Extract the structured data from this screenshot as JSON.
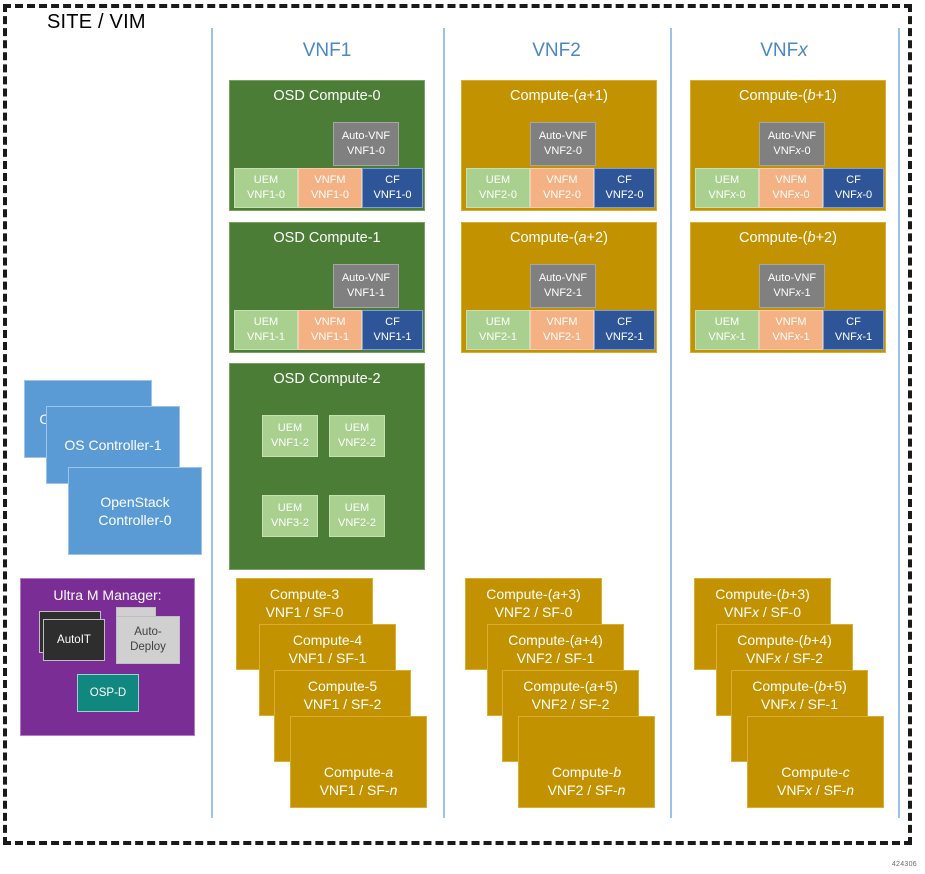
{
  "figure": {
    "site_label": "SITE / VIM",
    "figure_id": "424306"
  },
  "columns": [
    {
      "name": "vnf1",
      "label_main": "VNF",
      "label_suffix": "1"
    },
    {
      "name": "vnf2",
      "label_main": "VNF",
      "label_suffix": "2"
    },
    {
      "name": "vnfx",
      "label_main": "VNF",
      "label_suffix": "x"
    }
  ],
  "controllers": [
    {
      "label": "OS Controller-2"
    },
    {
      "label": "OS Controller-1"
    },
    {
      "label": "OpenStack Controller-0"
    }
  ],
  "ultra_m_manager": {
    "title": "Ultra M Manager:",
    "autoit": "AutoIT",
    "autodeploy_line1": "Auto-",
    "autodeploy_line2": "Deploy",
    "ospd": "OSP-D"
  },
  "hosts": [
    {
      "id": "vnf1-osd0",
      "title_prefix": "OSD Compute-0",
      "title_ital": "",
      "title_suffix": "",
      "color": "green",
      "vms": [
        {
          "role": "autovnf",
          "line1": "Auto-VNF",
          "line2_prefix": "VNF1-0",
          "line2_ital": "",
          "line2_suffix": ""
        },
        {
          "role": "uem",
          "line1": "UEM",
          "line2_prefix": "VNF1-0",
          "line2_ital": "",
          "line2_suffix": ""
        },
        {
          "role": "vnfm",
          "line1": "VNFM",
          "line2_prefix": "VNF1-0",
          "line2_ital": "",
          "line2_suffix": ""
        },
        {
          "role": "cf",
          "line1": "CF",
          "line2_prefix": "VNF1-0",
          "line2_ital": "",
          "line2_suffix": ""
        }
      ]
    },
    {
      "id": "vnf1-osd1",
      "title_prefix": "OSD Compute-1",
      "title_ital": "",
      "title_suffix": "",
      "color": "green",
      "vms": [
        {
          "role": "autovnf",
          "line1": "Auto-VNF",
          "line2_prefix": "VNF1-1",
          "line2_ital": "",
          "line2_suffix": ""
        },
        {
          "role": "uem",
          "line1": "UEM",
          "line2_prefix": "VNF1-1",
          "line2_ital": "",
          "line2_suffix": ""
        },
        {
          "role": "vnfm",
          "line1": "VNFM",
          "line2_prefix": "VNF1-1",
          "line2_ital": "",
          "line2_suffix": ""
        },
        {
          "role": "cf",
          "line1": "CF",
          "line2_prefix": "VNF1-1",
          "line2_ital": "",
          "line2_suffix": ""
        }
      ]
    },
    {
      "id": "vnf2-compute-a1",
      "title_prefix": "Compute-(",
      "title_ital": "a",
      "title_suffix": "+1)",
      "color": "gold",
      "vms": [
        {
          "role": "autovnf",
          "line1": "Auto-VNF",
          "line2_prefix": "VNF2-0",
          "line2_ital": "",
          "line2_suffix": ""
        },
        {
          "role": "uem",
          "line1": "UEM",
          "line2_prefix": "VNF2-0",
          "line2_ital": "",
          "line2_suffix": ""
        },
        {
          "role": "vnfm",
          "line1": "VNFM",
          "line2_prefix": "VNF2-0",
          "line2_ital": "",
          "line2_suffix": ""
        },
        {
          "role": "cf",
          "line1": "CF",
          "line2_prefix": "VNF2-0",
          "line2_ital": "",
          "line2_suffix": ""
        }
      ]
    },
    {
      "id": "vnf2-compute-a2",
      "title_prefix": "Compute-(",
      "title_ital": "a",
      "title_suffix": "+2)",
      "color": "gold",
      "vms": [
        {
          "role": "autovnf",
          "line1": "Auto-VNF",
          "line2_prefix": "VNF2-1",
          "line2_ital": "",
          "line2_suffix": ""
        },
        {
          "role": "uem",
          "line1": "UEM",
          "line2_prefix": "VNF2-1",
          "line2_ital": "",
          "line2_suffix": ""
        },
        {
          "role": "vnfm",
          "line1": "VNFM",
          "line2_prefix": "VNF2-1",
          "line2_ital": "",
          "line2_suffix": ""
        },
        {
          "role": "cf",
          "line1": "CF",
          "line2_prefix": "VNF2-1",
          "line2_ital": "",
          "line2_suffix": ""
        }
      ]
    },
    {
      "id": "vnfx-compute-b1",
      "title_prefix": "Compute-(",
      "title_ital": "b",
      "title_suffix": "+1)",
      "color": "gold",
      "vms": [
        {
          "role": "autovnf",
          "line1": "Auto-VNF",
          "line2_prefix": "VNF",
          "line2_ital": "x",
          "line2_suffix": "-0"
        },
        {
          "role": "uem",
          "line1": "UEM",
          "line2_prefix": "VNF",
          "line2_ital": "x",
          "line2_suffix": "-0"
        },
        {
          "role": "vnfm",
          "line1": "VNFM",
          "line2_prefix": "VNF",
          "line2_ital": "x",
          "line2_suffix": "-0"
        },
        {
          "role": "cf",
          "line1": "CF",
          "line2_prefix": "VNF",
          "line2_ital": "x",
          "line2_suffix": "-0"
        }
      ]
    },
    {
      "id": "vnfx-compute-b2",
      "title_prefix": "Compute-(",
      "title_ital": "b",
      "title_suffix": "+2)",
      "color": "gold",
      "vms": [
        {
          "role": "autovnf",
          "line1": "Auto-VNF",
          "line2_prefix": "VNF",
          "line2_ital": "x",
          "line2_suffix": "-1"
        },
        {
          "role": "uem",
          "line1": "UEM",
          "line2_prefix": "VNF",
          "line2_ital": "x",
          "line2_suffix": "-1"
        },
        {
          "role": "vnfm",
          "line1": "VNFM",
          "line2_prefix": "VNF",
          "line2_ital": "x",
          "line2_suffix": "-1"
        },
        {
          "role": "cf",
          "line1": "CF",
          "line2_prefix": "VNF",
          "line2_ital": "x",
          "line2_suffix": "-1"
        }
      ]
    }
  ],
  "osd_compute_2": {
    "title": "OSD Compute-2",
    "uems": [
      {
        "line1": "UEM",
        "line2": "VNF1-2"
      },
      {
        "line1": "UEM",
        "line2": "VNF2-2"
      },
      {
        "line1": "UEM",
        "line2": "VNF3-2"
      },
      {
        "line1": "UEM",
        "line2": "VNF2-2"
      }
    ]
  },
  "sf_stacks": [
    {
      "column": "vnf1",
      "cards": [
        {
          "l1_prefix": "Compute-3",
          "l1_ital": "",
          "l1_suffix": "",
          "l2_prefix": "VNF1 / SF-0",
          "l2_ital": "",
          "l2_suffix": ""
        },
        {
          "l1_prefix": "Compute-4",
          "l1_ital": "",
          "l1_suffix": "",
          "l2_prefix": "VNF1 / SF-1",
          "l2_ital": "",
          "l2_suffix": ""
        },
        {
          "l1_prefix": "Compute-5",
          "l1_ital": "",
          "l1_suffix": "",
          "l2_prefix": "VNF1 / SF-2",
          "l2_ital": "",
          "l2_suffix": ""
        },
        {
          "l1_prefix": "Compute-",
          "l1_ital": "a",
          "l1_suffix": "",
          "l2_prefix": "VNF1 / SF-",
          "l2_ital": "n",
          "l2_suffix": ""
        }
      ]
    },
    {
      "column": "vnf2",
      "cards": [
        {
          "l1_prefix": "Compute-(",
          "l1_ital": "a",
          "l1_suffix": "+3)",
          "l2_prefix": "VNF2 / SF-0",
          "l2_ital": "",
          "l2_suffix": ""
        },
        {
          "l1_prefix": "Compute-(",
          "l1_ital": "a",
          "l1_suffix": "+4)",
          "l2_prefix": "VNF2 / SF-1",
          "l2_ital": "",
          "l2_suffix": ""
        },
        {
          "l1_prefix": "Compute-(",
          "l1_ital": "a",
          "l1_suffix": "+5)",
          "l2_prefix": "VNF2 / SF-2",
          "l2_ital": "",
          "l2_suffix": ""
        },
        {
          "l1_prefix": "Compute-",
          "l1_ital": "b",
          "l1_suffix": "",
          "l2_prefix": "VNF2 / SF-",
          "l2_ital": "n",
          "l2_suffix": ""
        }
      ]
    },
    {
      "column": "vnfx",
      "cards": [
        {
          "l1_prefix": "Compute-(",
          "l1_ital": "b",
          "l1_suffix": "+3)",
          "l2_prefix": "VNF",
          "l2_ital": "x",
          "l2_suffix": " / SF-0"
        },
        {
          "l1_prefix": "Compute-(",
          "l1_ital": "b",
          "l1_suffix": "+4)",
          "l2_prefix": "VNF",
          "l2_ital": "x",
          "l2_suffix": " / SF-2"
        },
        {
          "l1_prefix": "Compute-(",
          "l1_ital": "b",
          "l1_suffix": "+5)",
          "l2_prefix": "VNF",
          "l2_ital": "x",
          "l2_suffix": " / SF-1"
        },
        {
          "l1_prefix": "Compute-",
          "l1_ital": "c",
          "l1_suffix": "",
          "l2_prefix": "VNF",
          "l2_ital": "x",
          "l2_suffix": " / SF-",
          "l2_tail_ital": "n"
        }
      ]
    }
  ],
  "colors": {
    "green_host": "#4b7d36",
    "gold_host": "#c29200",
    "uem": "#a9d08e",
    "vnfm": "#f4b183",
    "cf": "#2e5597",
    "autovnf": "#808080",
    "controller": "#5b9bd5",
    "ultram": "#7b2d96",
    "ospd": "#11887f",
    "divider": "#9cc3e5",
    "header_text": "#4a87c4"
  }
}
